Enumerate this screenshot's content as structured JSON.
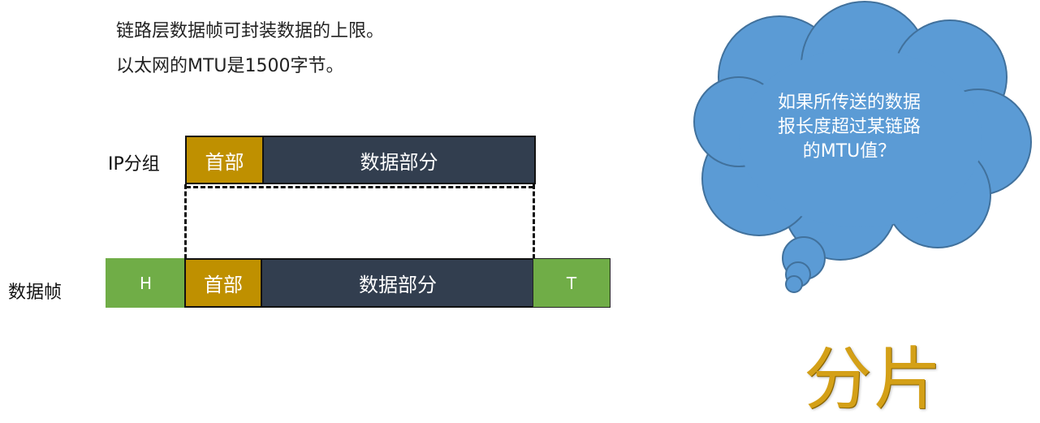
{
  "intro": {
    "line1": "链路层数据帧可封装数据的上限。",
    "line2": "以太网的MTU是1500字节。"
  },
  "ip_packet": {
    "label": "IP分组",
    "header": "首部",
    "data": "数据部分"
  },
  "frame": {
    "label": "数据帧",
    "h": "H",
    "header": "首部",
    "data": "数据部分",
    "t": "T"
  },
  "cloud": {
    "line1": "如果所传送的数据",
    "line2": "报长度超过某链路",
    "line3": "的MTU值？"
  },
  "answer": "分片",
  "colors": {
    "header": "#bf9000",
    "data": "#323e4f",
    "frame_ends": "#70ad47",
    "cloud": "#5b9bd5",
    "answer": "#d4a017"
  }
}
